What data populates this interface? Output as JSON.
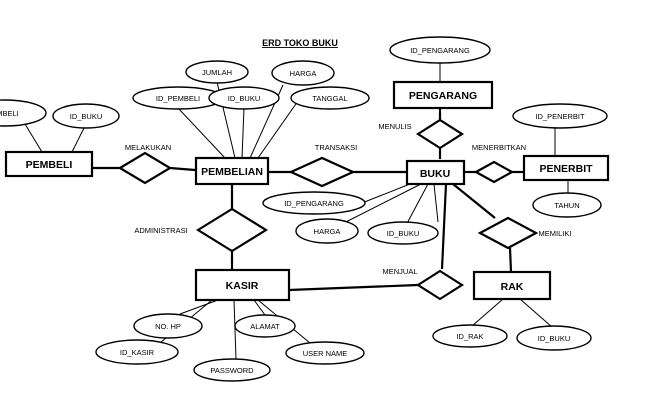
{
  "title": "ERD TOKO BUKU",
  "entities": {
    "pembeli": "PEMBELI",
    "pembelian": "PEMBELIAN",
    "buku": "BUKU",
    "pengarang": "PENGARANG",
    "penerbit": "PENERBIT",
    "kasir": "KASIR",
    "rak": "RAK"
  },
  "relationships": {
    "melakukan": "MELAKUKAN",
    "transaksi": "TRANSAKSI",
    "menulis": "MENULIS",
    "menerbitkan": "MENERBITKAN",
    "administrasi": "ADMINISTRASI",
    "menjual": "MENJUAL",
    "memiliki": "MEMILIKI"
  },
  "attributes": {
    "pembeli_id_pembeli": "EMBELI",
    "pembeli_id_buku": "ID_BUKU",
    "pembelian_jumlah": "JUMLAH",
    "pembelian_harga": "HARGA",
    "pembelian_id_pembeli": "ID_PEMBELI",
    "pembelian_id_buku": "ID_BUKU",
    "pembelian_tanggal": "TANGGAL",
    "pengarang_id_pengarang": "ID_PENGARANG",
    "penerbit_id_penerbit": "ID_PENERBIT",
    "penerbit_tahun": "TAHUN",
    "buku_id_pengarang": "ID_PENGARANG",
    "buku_harga": "HARGA",
    "buku_id_buku": "ID_BUKU",
    "kasir_no_hp": "NO. HP",
    "kasir_alamat": "ALAMAT",
    "kasir_id_kasir": "ID_KASIR",
    "kasir_user_name": "USER NAME",
    "kasir_password": "PASSWORD",
    "rak_id_rak": "ID_RAK",
    "rak_id_buku": "ID_BUKU"
  }
}
